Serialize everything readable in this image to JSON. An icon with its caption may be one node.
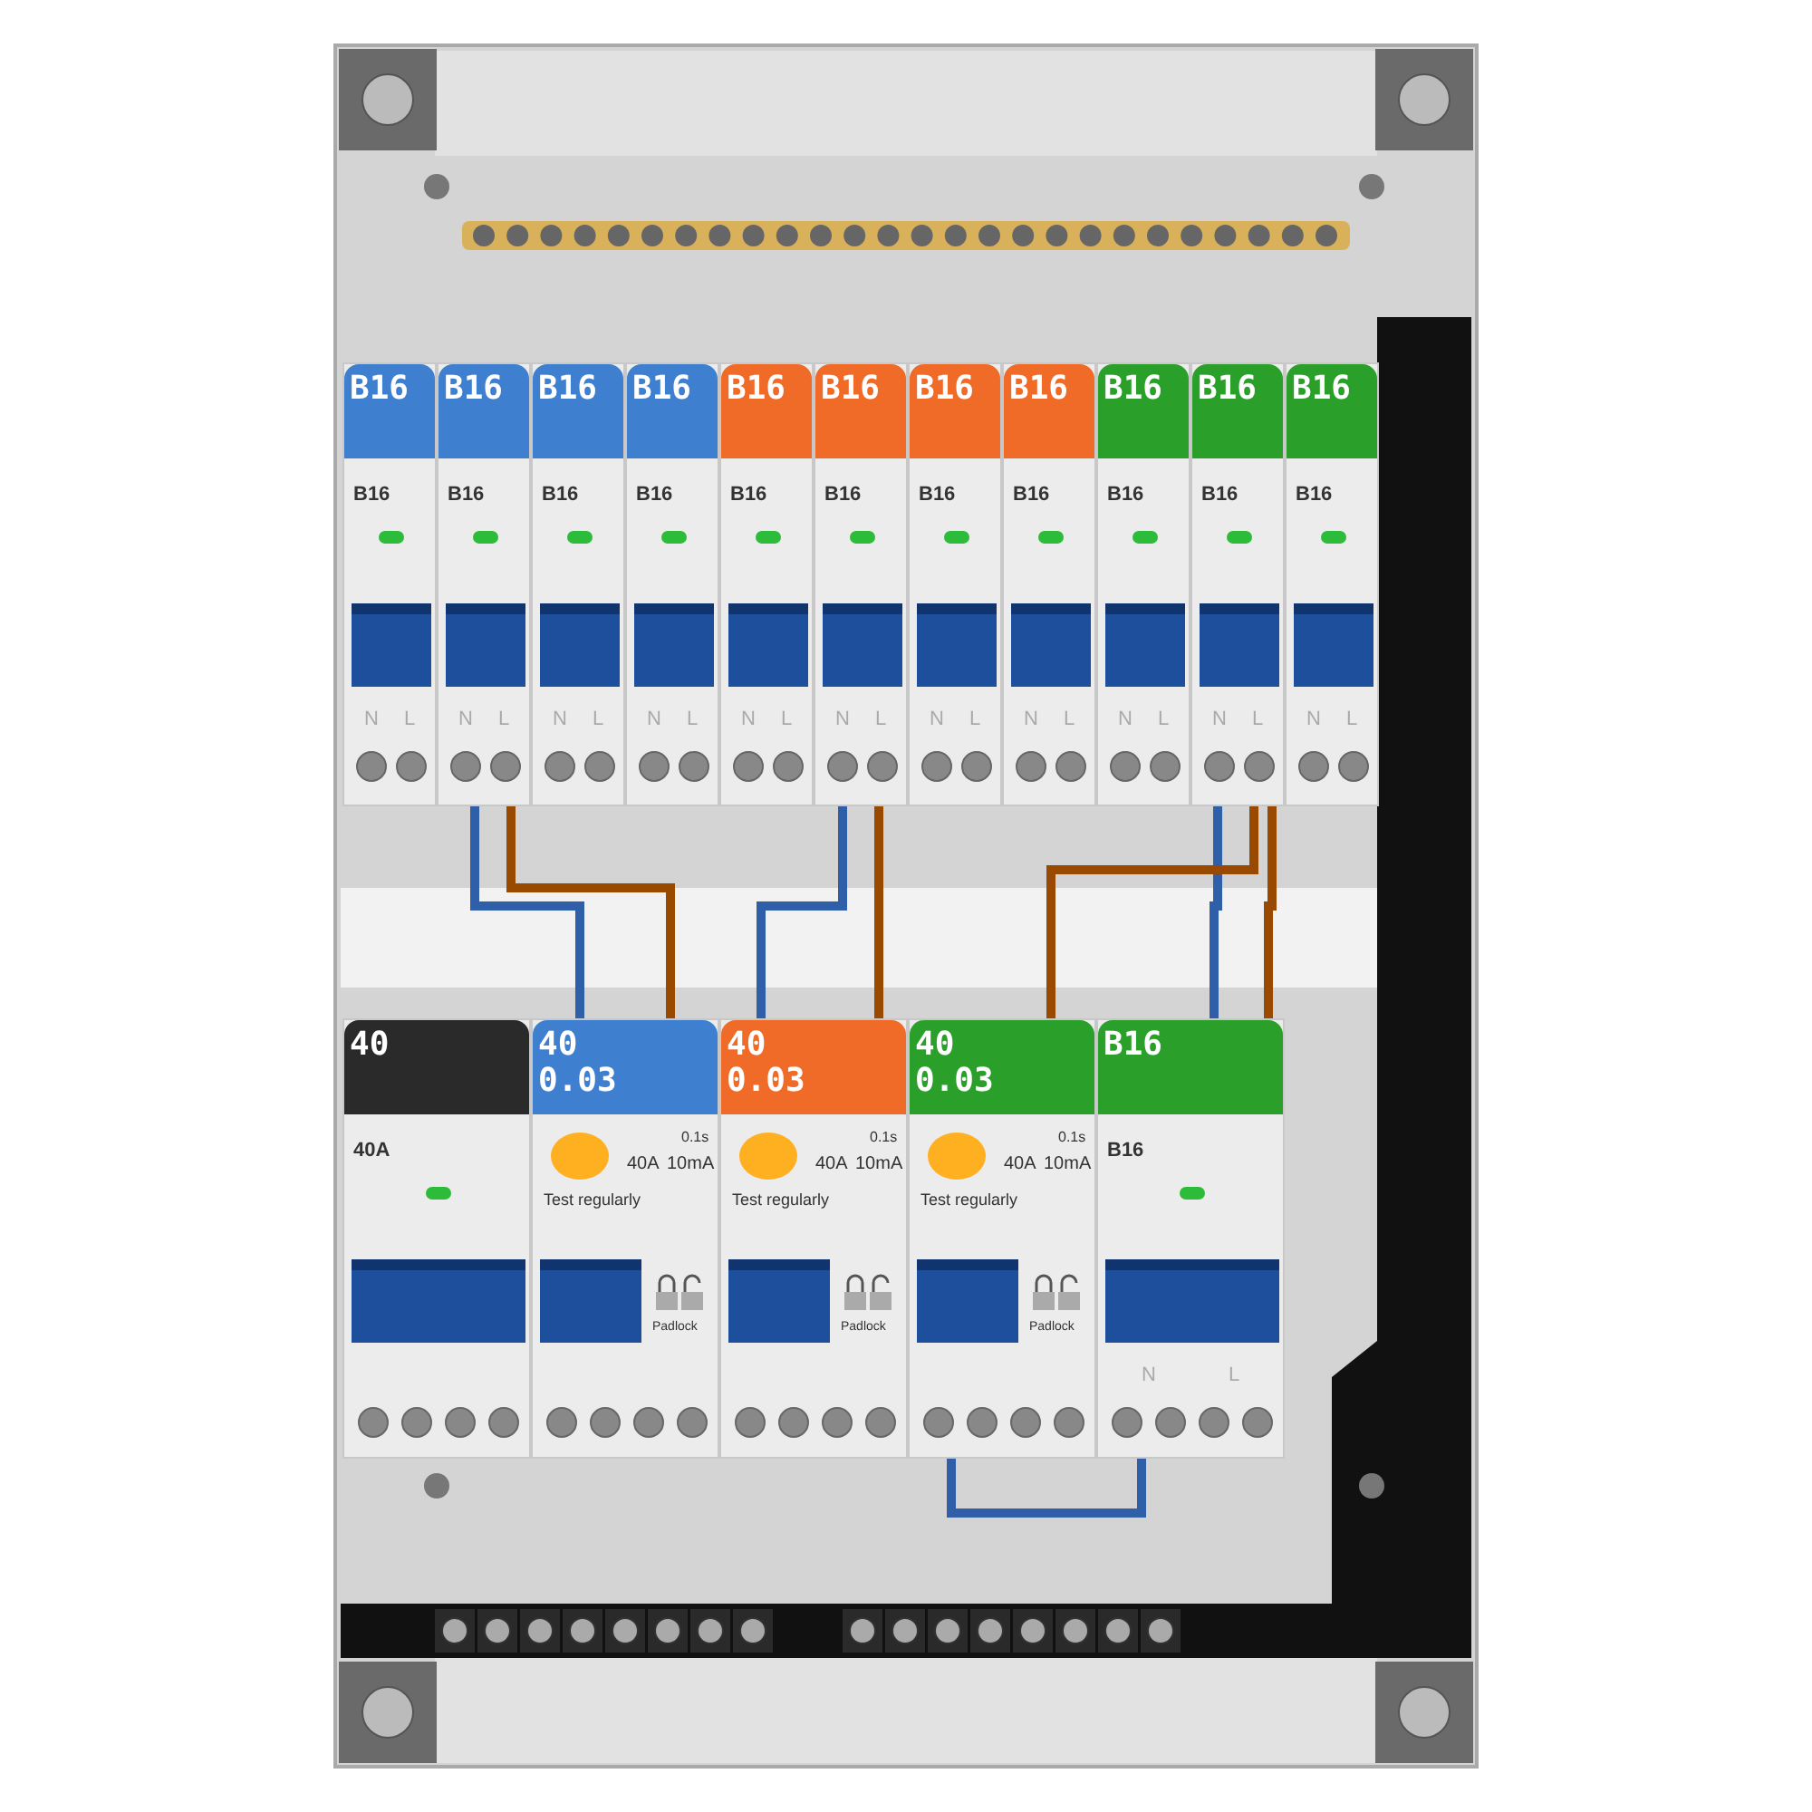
{
  "diagram": {
    "nodes": [
      {
        "text": [
          "B16",
          "B16",
          "N",
          "L"
        ]
      },
      {
        "text": [
          "B16",
          "B16",
          "N",
          "L"
        ]
      },
      {
        "text": [
          "B16",
          "B16",
          "N",
          "L"
        ]
      },
      {
        "text": [
          "B16",
          "B16",
          "N",
          "L"
        ]
      },
      {
        "text": [
          "B16",
          "B16",
          "N",
          "L"
        ]
      },
      {
        "text": [
          "B16",
          "B16",
          "N",
          "L"
        ]
      },
      {
        "text": [
          "B16",
          "B16",
          "N",
          "L"
        ]
      },
      {
        "text": [
          "B16",
          "B16",
          "N",
          "L"
        ]
      },
      {
        "text": [
          "B16",
          "B16",
          "N",
          "L"
        ]
      },
      {
        "text": [
          "B16",
          "B16",
          "N",
          "L"
        ]
      },
      {
        "text": [
          "B16",
          "B16",
          "N",
          "L"
        ]
      },
      {
        "text": [
          "40",
          "40A"
        ]
      },
      {
        "text": [
          "40 0.03",
          "40A",
          "0.1s",
          "10mA",
          "Test regularly",
          "Padlock"
        ]
      },
      {
        "text": [
          "40 0.03",
          "40A",
          "0.1s",
          "10mA",
          "Test regularly",
          "Padlock"
        ]
      },
      {
        "text": [
          "40 0.03",
          "40A",
          "0.1s",
          "10mA",
          "Test regularly",
          "Padlock"
        ]
      },
      {
        "text": [
          "B16",
          "B16",
          "N",
          "L"
        ]
      }
    ],
    "edges": [
      {
        "from": 1,
        "to": 12,
        "arrow": "none",
        "color": "#2f5fa8"
      },
      {
        "from": 1,
        "to": 12,
        "arrow": "none",
        "color": "#9a4a00"
      },
      {
        "from": 5,
        "to": 13,
        "arrow": "none",
        "color": "#2f5fa8"
      },
      {
        "from": 5,
        "to": 13,
        "arrow": "none",
        "color": "#9a4a00"
      },
      {
        "from": 9,
        "to": 15,
        "arrow": "none",
        "color": "#2f5fa8"
      },
      {
        "from": 9,
        "to": 14,
        "arrow": "none",
        "color": "#9a4a00"
      },
      {
        "from": 9,
        "to": 15,
        "arrow": "none",
        "color": "#9a4a00"
      },
      {
        "from": 14,
        "to": 15,
        "arrow": "none",
        "color": "#2f5fa8"
      }
    ]
  }
}
